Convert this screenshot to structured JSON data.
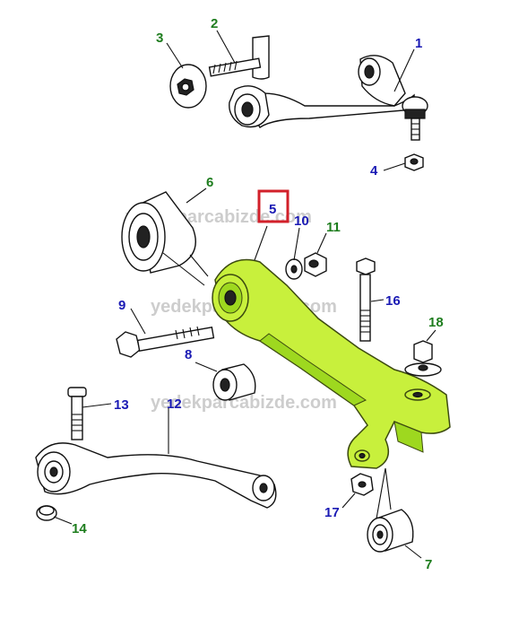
{
  "watermark": "yedekparcabizde.com",
  "highlight_color": "#c8f03c",
  "selected_frame_color": "#d2202a",
  "label_colors": {
    "green": "#1e7d1e",
    "blue": "#1a1ab4"
  },
  "callouts": {
    "c1": "1",
    "c2": "2",
    "c3": "3",
    "c4": "4",
    "c5": "5",
    "c6": "6",
    "c7": "7",
    "c8": "8",
    "c9": "9",
    "c10": "10",
    "c11": "11",
    "c12": "12",
    "c13": "13",
    "c14": "14",
    "c16": "16",
    "c17": "17",
    "c18": "18"
  },
  "selected_part": "5"
}
